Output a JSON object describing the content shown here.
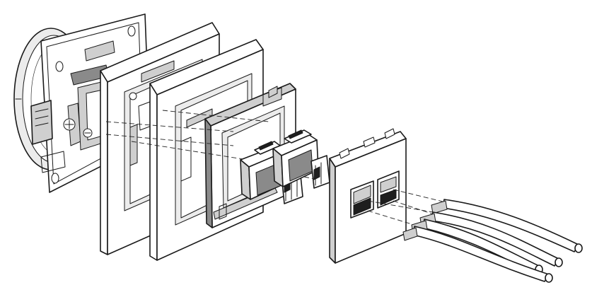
{
  "diagram": {
    "kind": "exploded-assembly",
    "parts": [
      "mounting-mechanism",
      "outer-frame-large",
      "outer-frame-small",
      "adapter-frame",
      "rj45-jack-left",
      "rj45-jack-right",
      "front-cover-plate",
      "network-cables"
    ],
    "colors": {
      "line": "#1a1a1a",
      "shade": "#cfcfcf",
      "background": "#ffffff"
    }
  }
}
